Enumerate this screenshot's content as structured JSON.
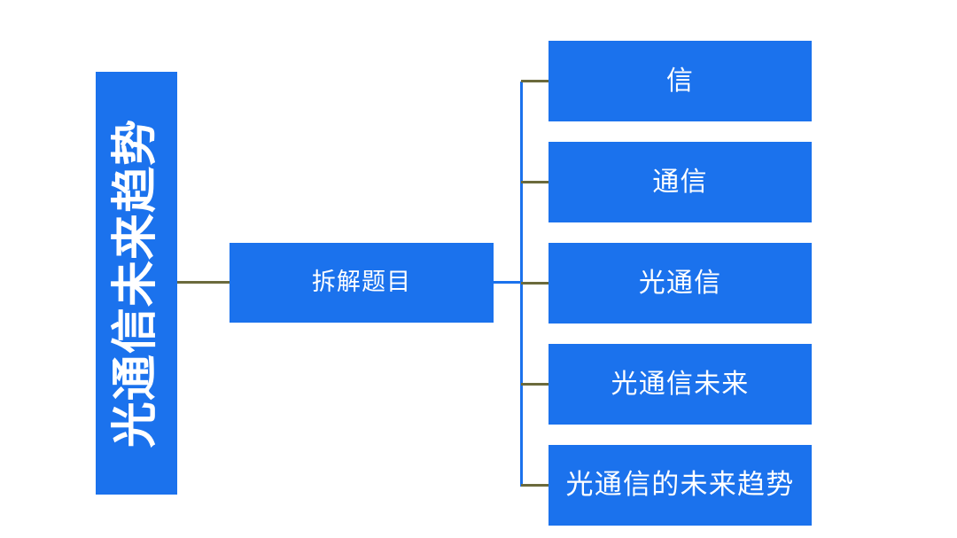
{
  "diagram": {
    "type": "mind-map",
    "background_color": "#ffffff",
    "node_color": "#1b72ed",
    "node_text_color": "#ffffff",
    "connector_color_primary": "#1b72ed",
    "connector_color_secondary": "#6b6a3c",
    "root": {
      "label": "光通信未来趋势",
      "orientation": "vertical-rotated-ccw"
    },
    "branch": {
      "label": "拆解题目"
    },
    "leaves": [
      {
        "label": "信"
      },
      {
        "label": "通信"
      },
      {
        "label": "光通信"
      },
      {
        "label": "光通信未来"
      },
      {
        "label": "光通信的未来趋势"
      }
    ]
  }
}
